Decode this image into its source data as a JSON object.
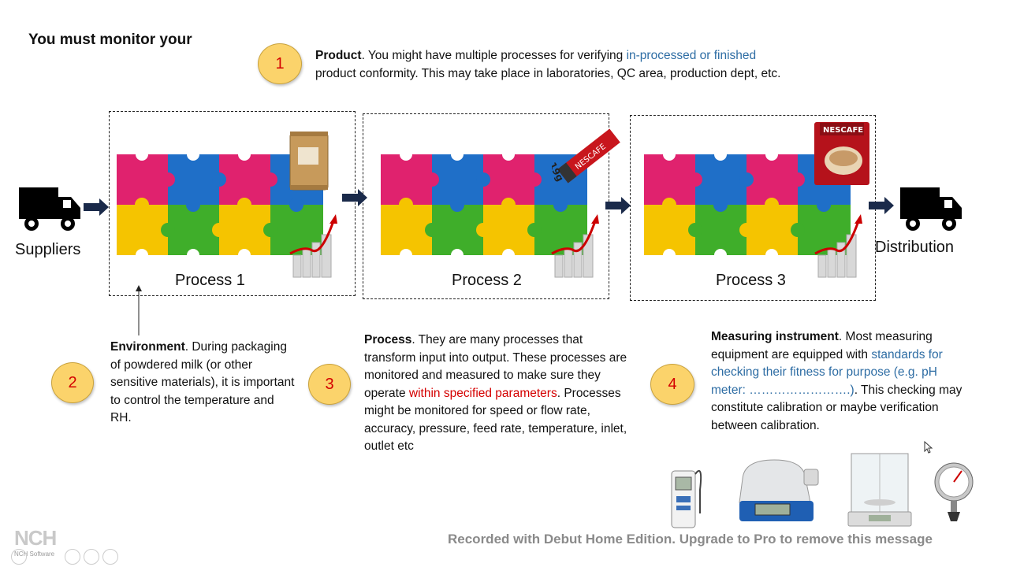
{
  "slide": {
    "title": "You must monitor your",
    "badges": [
      "1",
      "2",
      "3",
      "4"
    ],
    "product": {
      "heading": "Product",
      "line1_pre": ".  You might have multiple processes for verifying ",
      "line1_link": "in-processed or finished",
      "line2": "product conformity. This may take place in laboratories, QC area, production dept, etc."
    },
    "environment": {
      "heading": "Environment",
      "text": ".  During packaging of powdered milk (or other sensitive materials), it is important to control the temperature and RH."
    },
    "process": {
      "heading": "Process",
      "pre": ".  They are many processes that transform input into output. These processes are monitored and measured to make sure they operate ",
      "highlight": "within specified parameters",
      "post": ".  Processes might be monitored for speed or flow rate, accuracy, pressure, feed rate, temperature, inlet, outlet etc"
    },
    "instrument": {
      "heading": "Measuring instrument",
      "pre": ". Most measuring equipment are equipped with ",
      "link": "standards for checking their fitness for purpose (e.g. pH meter: …………………….)",
      "post": ". This checking may constitute calibration or maybe verification between calibration."
    },
    "flow": {
      "suppliers": "Suppliers",
      "distribution": "Distribution",
      "process_labels": [
        "Process 1",
        "Process 2",
        "Process 3"
      ]
    },
    "product_images": {
      "sachet_text": "NESCAFE",
      "sachet_weight": "19g",
      "pack_text": "NESCAFE"
    }
  },
  "recorder": {
    "watermark": "Recorded with Debut Home Edition. Upgrade to Pro to remove this message",
    "logo_text": "NCH",
    "logo_sub": "NCH Software"
  },
  "colors": {
    "badge_fill": "#fbd36b",
    "badge_number": "#d40000",
    "link_blue": "#2e6da4",
    "highlight_red": "#d40000",
    "puzzle_magenta": "#e0226e",
    "puzzle_blue": "#1f6fc8",
    "puzzle_yellow": "#f5c400",
    "puzzle_green": "#3fae2a"
  }
}
